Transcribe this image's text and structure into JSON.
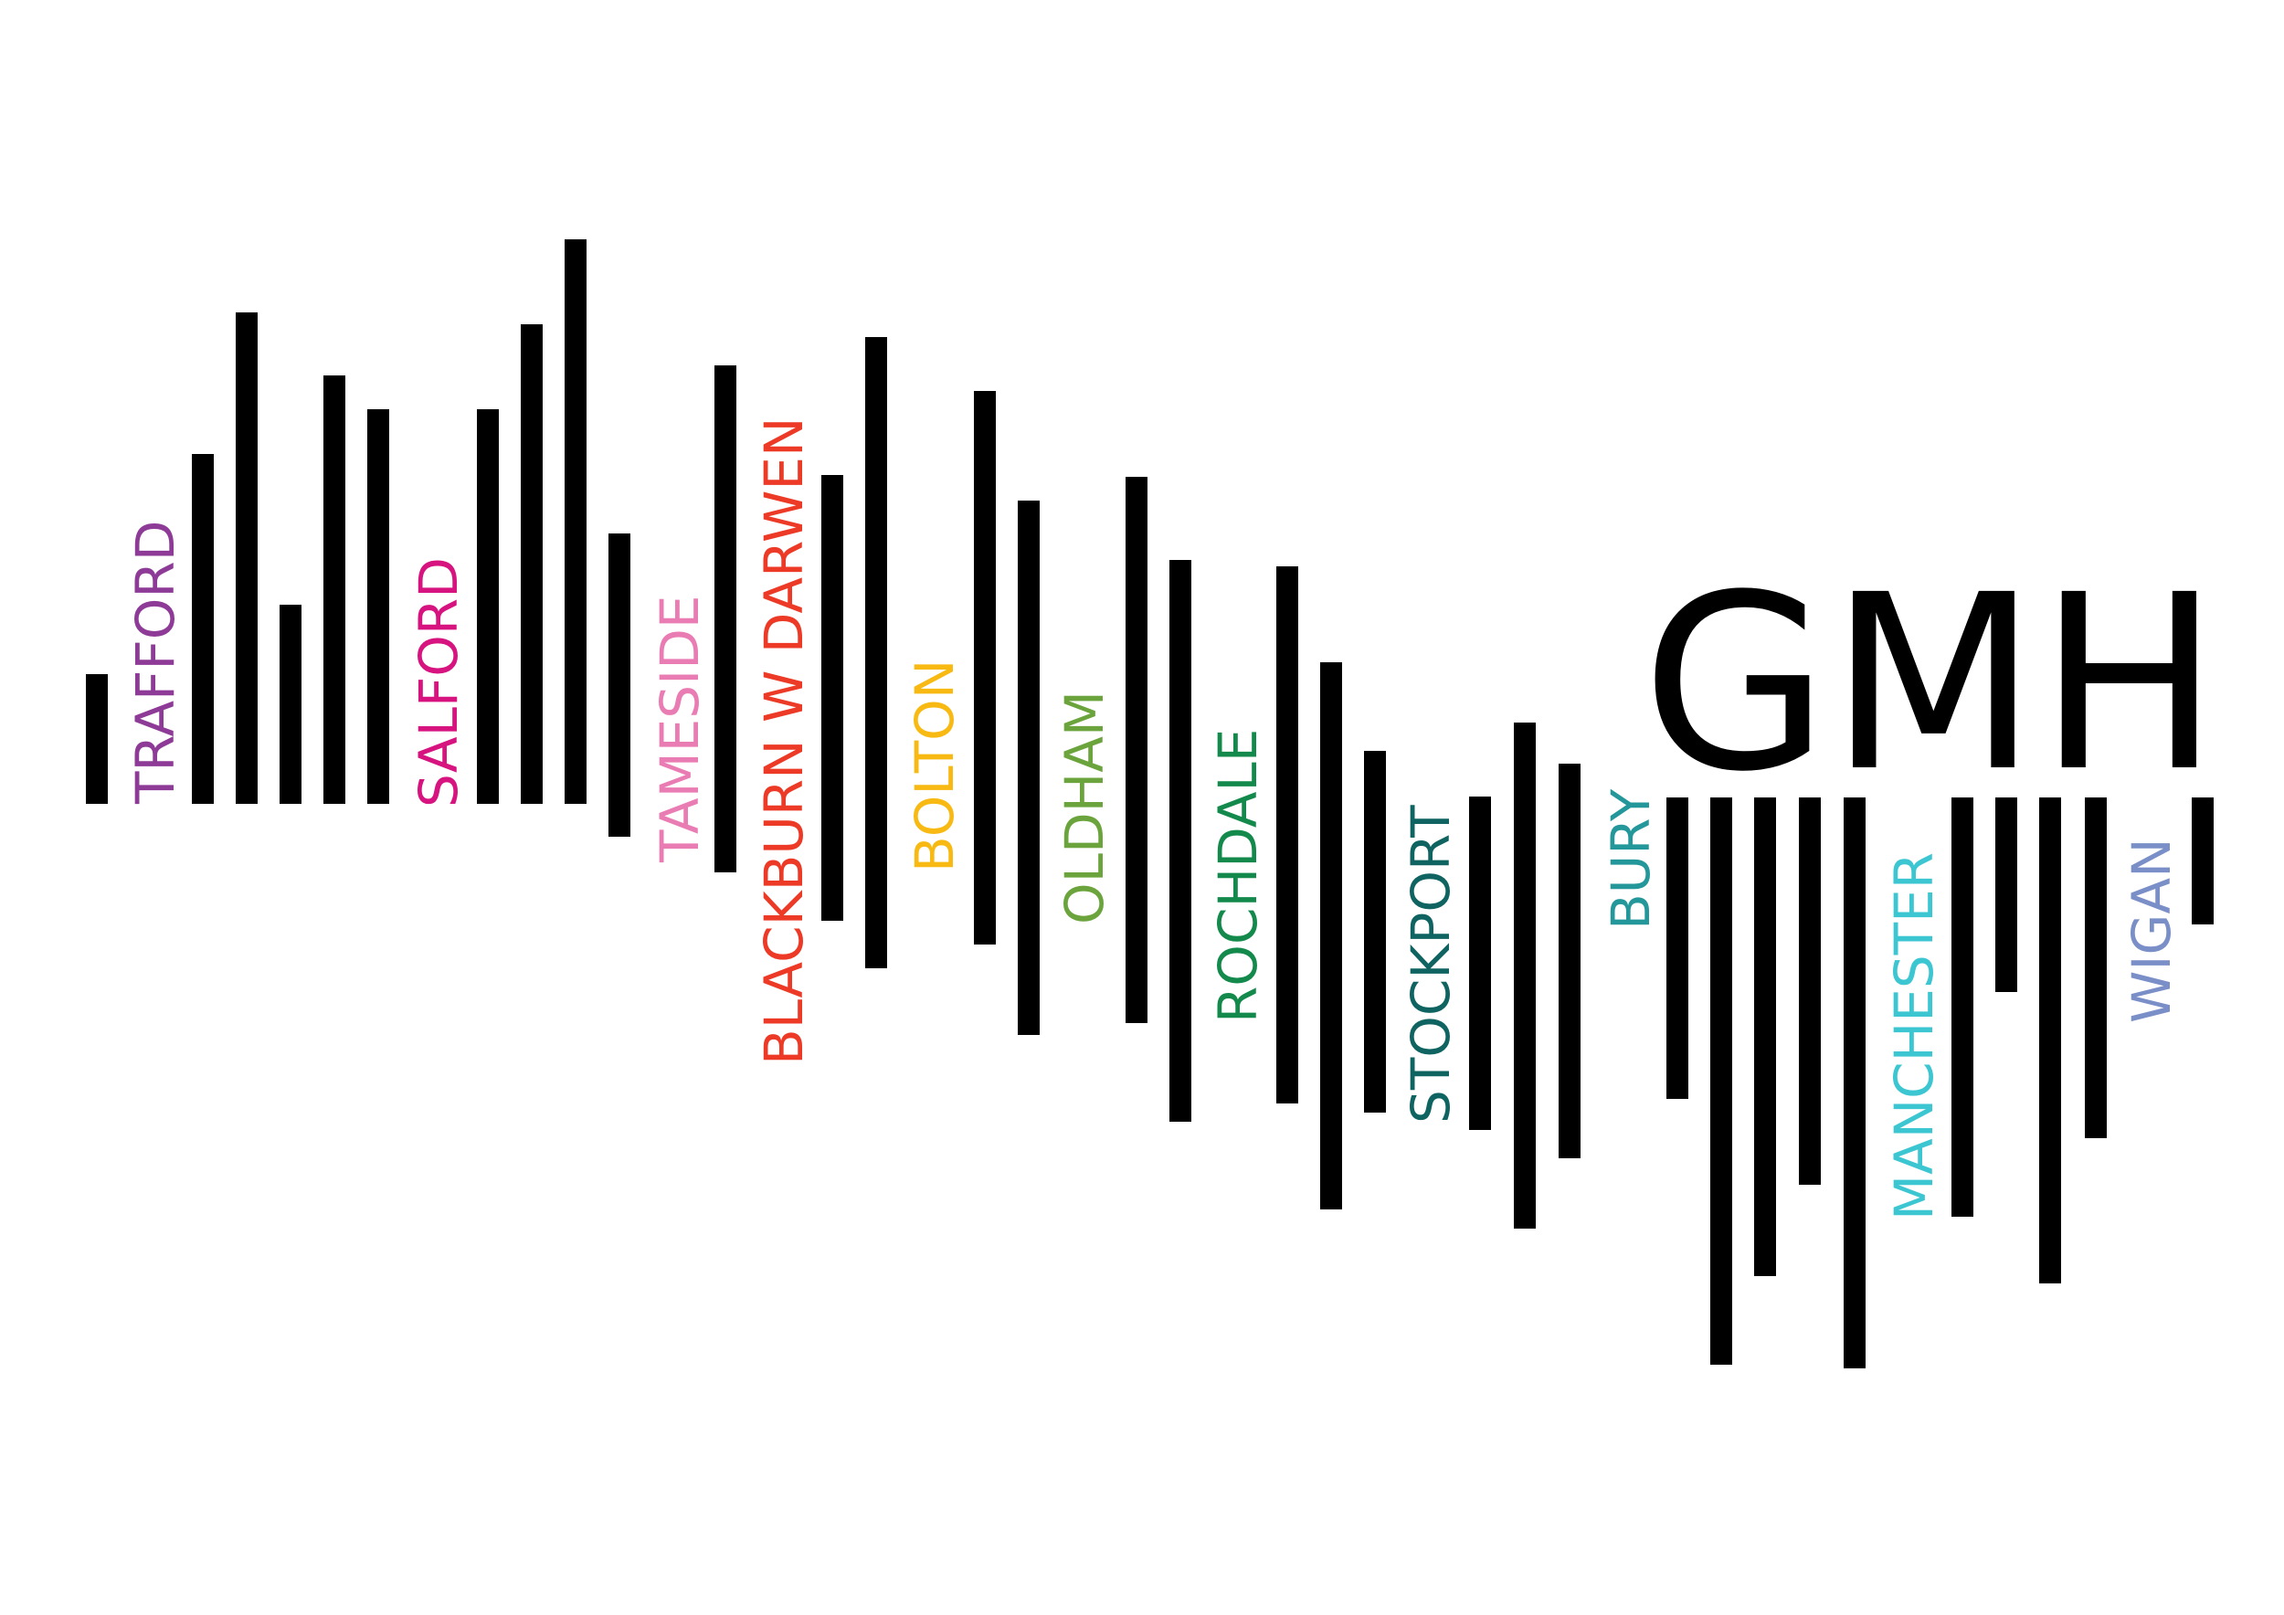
{
  "logo": {
    "text": "GMH",
    "color": "#000000"
  },
  "bar_color": "#000000",
  "labels": [
    {
      "text": "TRAFFORD",
      "color": "#8E3A97"
    },
    {
      "text": "SALFORD",
      "color": "#D6137F"
    },
    {
      "text": "TAMESIDE",
      "color": "#EA7CB4"
    },
    {
      "text": "BLACKBURN W DARWEN",
      "color": "#EC3A26"
    },
    {
      "text": "BOLTON",
      "color": "#F7B912"
    },
    {
      "text": "OLDHAM",
      "color": "#6BA43C"
    },
    {
      "text": "ROCHDALE",
      "color": "#138A4B"
    },
    {
      "text": "STOCKPORT",
      "color": "#0F6361"
    },
    {
      "text": "BURY",
      "color": "#23979A"
    },
    {
      "text": "MANCHESTER",
      "color": "#3BC6D2"
    },
    {
      "text": "WIGAN",
      "color": "#7A8FC8"
    }
  ]
}
